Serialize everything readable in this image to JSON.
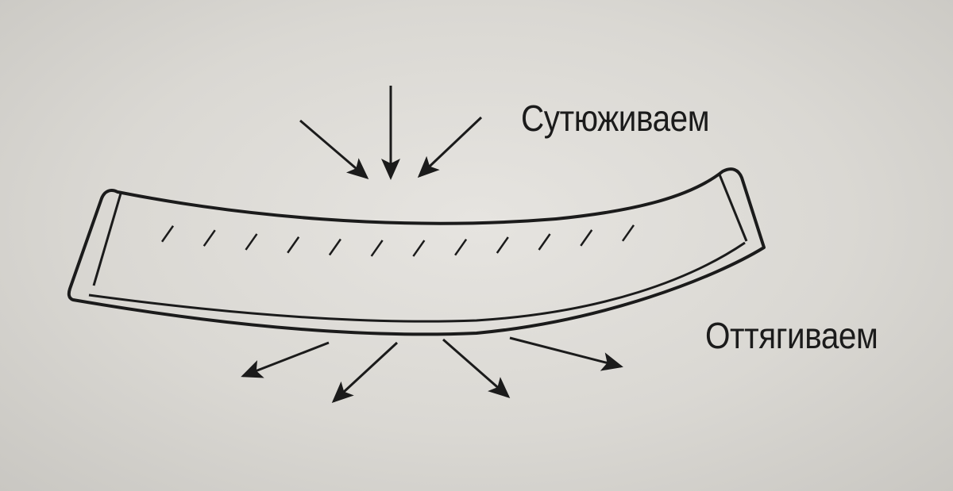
{
  "labels": {
    "compress": "Сутюживаем",
    "stretch": "Оттягиваем"
  },
  "colors": {
    "ink": "#1b1b1b",
    "paper": "#dcdad6"
  },
  "arrows": {
    "inward_count": 3,
    "outward_count": 4
  },
  "hatch_marks_count": 12
}
